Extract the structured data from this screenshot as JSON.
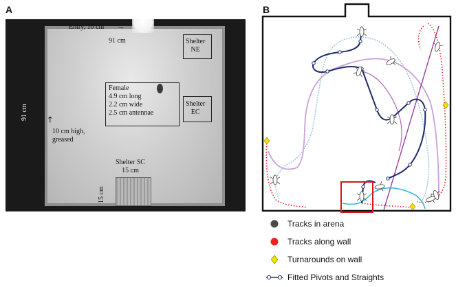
{
  "figure": {
    "panel_a_letter": "A",
    "panel_b_letter": "B"
  },
  "photo": {
    "entry_label": "Entry, 10 cm",
    "width_label": "91 cm",
    "height_label": "91 cm",
    "shelter_ne": "Shelter\nNE",
    "shelter_ec": "Shelter\nEC",
    "female_info": "Female\n4.9 cm long\n2.2 cm wide\n2.5 cm antennae",
    "wall_note": "10 cm high,\ngreased",
    "shelter_sc": "Shelter SC\n15 cm",
    "shelter_sc_side": "15 cm"
  },
  "legend": [
    {
      "icon": "gray-dot-icon",
      "label": "Tracks in arena",
      "color": "#4a4a4a"
    },
    {
      "icon": "red-dot-icon",
      "label": "Tracks along wall",
      "color": "#e8231e"
    },
    {
      "icon": "yellow-diamond-icon",
      "label": "Turnarounds on wall",
      "color": "#f2e200"
    },
    {
      "icon": "pivot-line-icon",
      "label": "Fitted Pivots and Straights",
      "color": "#22306e"
    }
  ],
  "colors": {
    "navy_track": "#1c2a6b",
    "lightblue_track": "#9fc6e8",
    "purple_track": "#9a3f9a",
    "lavender_track": "#c9a2d9",
    "cyan_track": "#35b9d8",
    "wall_track": "#e8231e",
    "highlight_box": "#d9141b"
  }
}
